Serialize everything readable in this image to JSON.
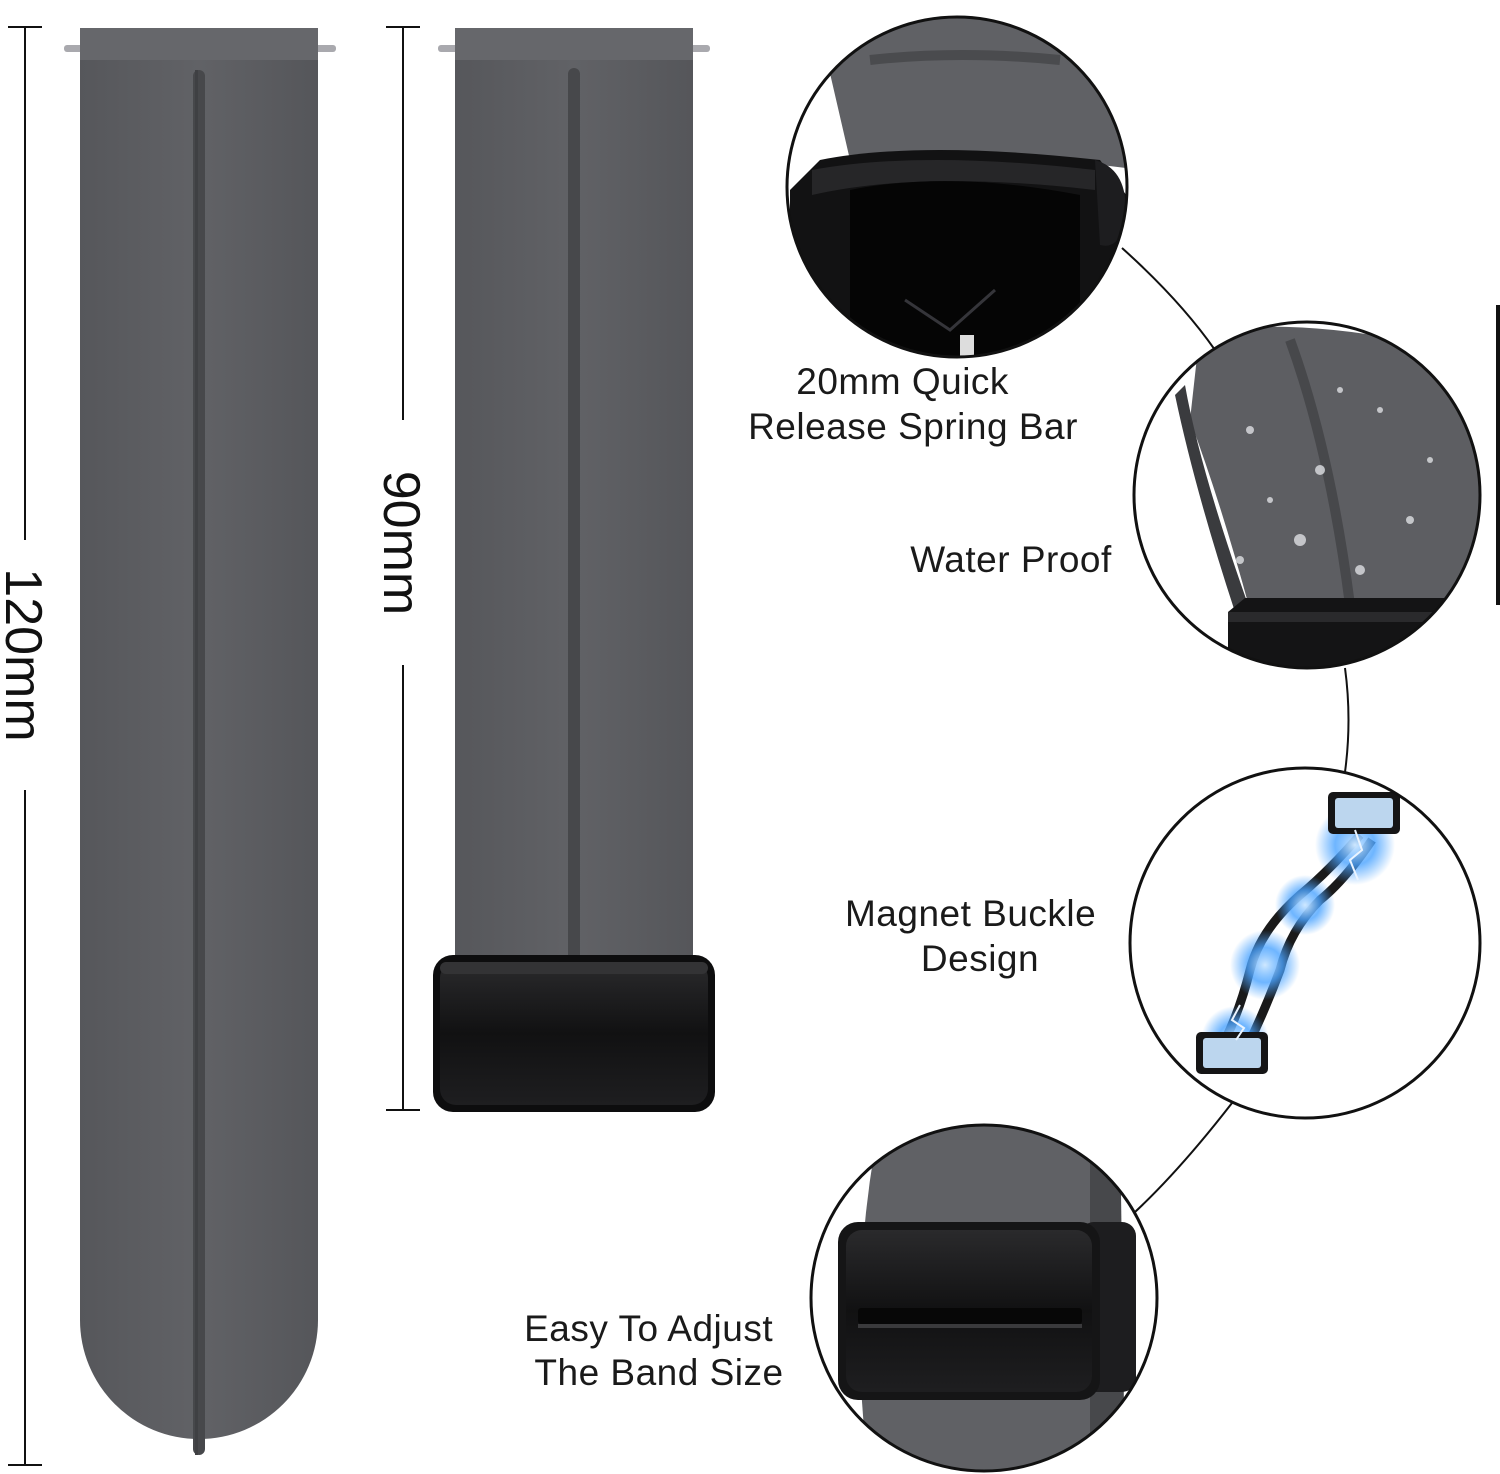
{
  "dimensions": {
    "long_strap": "120mm",
    "short_strap": "90mm"
  },
  "features": [
    {
      "id": "spring-bar",
      "lines": [
        "20mm Quick",
        "Release Spring Bar"
      ]
    },
    {
      "id": "water-proof",
      "lines": [
        "Water Proof"
      ]
    },
    {
      "id": "magnet-buckle",
      "lines": [
        "Magnet Buckle",
        "Design"
      ]
    },
    {
      "id": "adjust",
      "lines": [
        "Easy To Adjust",
        "The Band Size"
      ]
    }
  ],
  "colors": {
    "strap": "#5c5d61",
    "strap_dark": "#47484b",
    "buckle": "#141414",
    "line": "#111111",
    "magnet_glow": "#4aa3ff"
  }
}
